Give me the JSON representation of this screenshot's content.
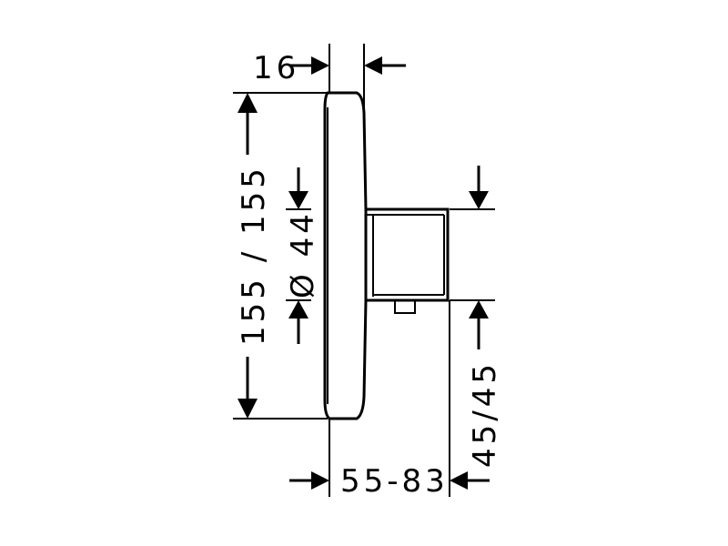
{
  "dimensions": {
    "plate_thickness": "16",
    "height": "155 / 155",
    "diameter": "Ø 44",
    "depth": "55-83",
    "offset": "45/45"
  }
}
